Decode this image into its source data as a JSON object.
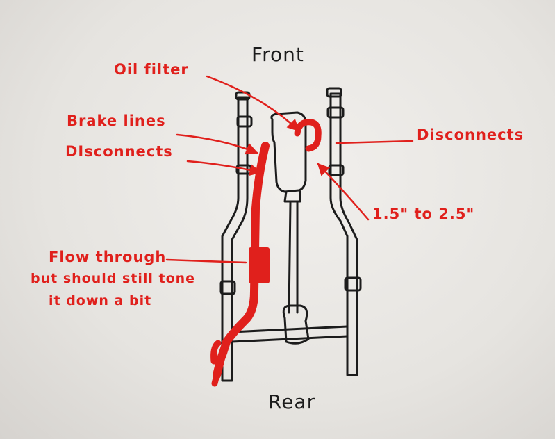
{
  "diagram": {
    "front_label": "Front",
    "rear_label": "Rear",
    "callouts": {
      "oil_filter": "Oil filter",
      "brake_lines": "Brake lines",
      "disconnects_left": "DIsconnects",
      "disconnects_right": "Disconnects",
      "gap": "1.5\" to 2.5\"",
      "flowthrough_line1": "Flow through",
      "flowthrough_line2": "but should still tone",
      "flowthrough_line3": "it down a bit"
    },
    "colors": {
      "ink_red": "#e0201c",
      "ink_black": "#1c1c1c",
      "paper": "#ecebe8"
    }
  }
}
